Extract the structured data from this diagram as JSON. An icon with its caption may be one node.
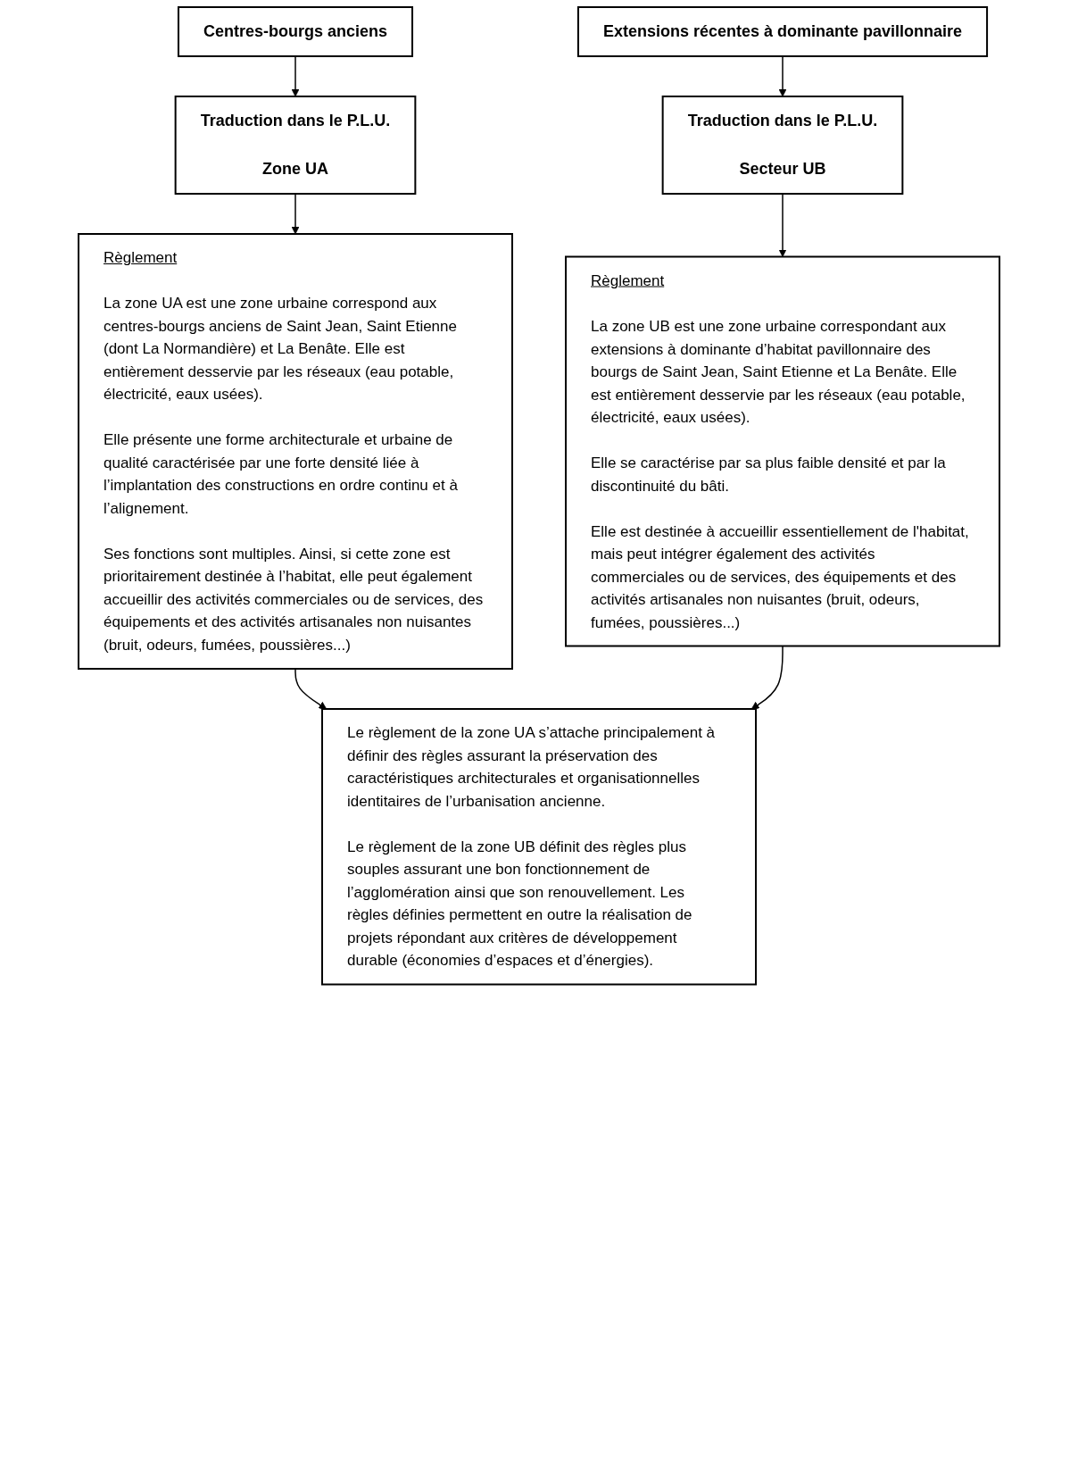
{
  "diagram": {
    "nodes": [
      {
        "text": [
          "Centres-bourgs anciens"
        ]
      },
      {
        "text": [
          "Extensions récentes à dominante pavillonnaire"
        ]
      },
      {
        "text": [
          "Traduction dans le P.L.U.",
          "Zone UA"
        ]
      },
      {
        "text": [
          "Traduction dans le P.L.U.",
          "Secteur UB"
        ]
      },
      {
        "text": [
          "Règlement",
          "La zone UA est une zone urbaine correspond aux centres-bourgs anciens de Saint Jean, Saint Etienne (dont La Normandière) et La Benâte. Elle est entièrement desservie par les réseaux (eau potable, électricité, eaux usées).",
          "Elle présente une forme architecturale et urbaine de qualité caractérisée par une forte densité liée à l’implantation des constructions en ordre continu et à l’alignement.",
          "Ses fonctions sont multiples. Ainsi, si cette zone est prioritairement destinée à l’habitat, elle peut également accueillir des activités commerciales ou de services, des équipements et des activités artisanales non nuisantes (bruit, odeurs, fumées, poussières...)"
        ]
      },
      {
        "text": [
          "Règlement",
          "La zone UB est une zone urbaine correspondant aux extensions à dominante d’habitat pavillonnaire des bourgs de Saint Jean, Saint Etienne et La Benâte. Elle est entièrement desservie par les réseaux (eau potable, électricité, eaux usées).",
          "Elle se caractérise par sa plus faible densité et par la discontinuité du bâti.",
          "Elle est destinée à accueillir essentiellement de l'habitat, mais peut intégrer également des activités commerciales ou de services, des équipements et des activités artisanales non nuisantes (bruit, odeurs, fumées, poussières...)"
        ]
      },
      {
        "text": [
          "Le règlement de la zone UA s’attache principalement à définir des règles assurant la préservation des caractéristiques architecturales et organisationnelles identitaires de l’urbanisation ancienne.",
          "Le règlement de la zone UB définit des règles plus souples assurant une bon fonctionnement de l’agglomération ainsi que son renouvellement. Les règles définies permettent en outre la réalisation de projets répondant aux critères de développement durable (économies d’espaces et d’énergies)."
        ]
      }
    ],
    "edges": [
      {
        "from": 0,
        "to": 2,
        "arrow": "to"
      },
      {
        "from": 1,
        "to": 3,
        "arrow": "to"
      },
      {
        "from": 2,
        "to": 4,
        "arrow": "to"
      },
      {
        "from": 3,
        "to": 5,
        "arrow": "to"
      },
      {
        "from": 4,
        "to": 6,
        "arrow": "to"
      },
      {
        "from": 5,
        "to": 6,
        "arrow": "to"
      }
    ]
  }
}
